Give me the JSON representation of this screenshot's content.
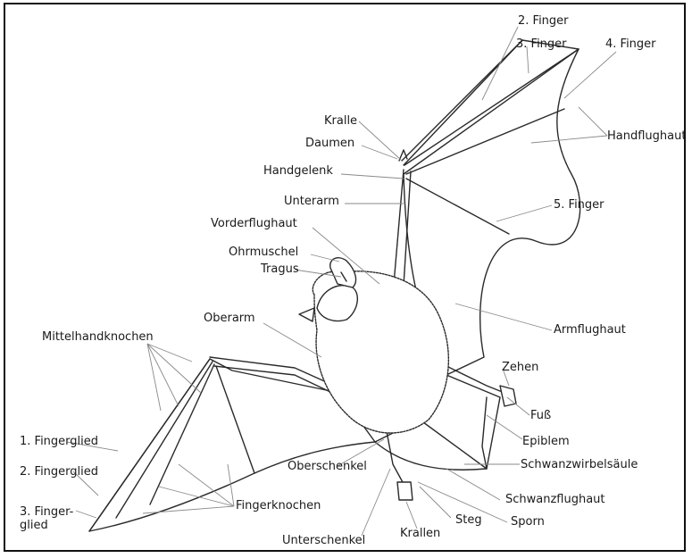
{
  "labels": {
    "finger2": "2. Finger",
    "finger3": "3. Finger",
    "finger4": "4. Finger",
    "kralle": "Kralle",
    "daumen": "Daumen",
    "handgelenk": "Handgelenk",
    "handflughaut": "Handflughaut",
    "unterarm": "Unterarm",
    "finger5": "5. Finger",
    "vorderflughaut": "Vorderflughaut",
    "ohrmuschel": "Ohrmuschel",
    "tragus": "Tragus",
    "oberarm": "Oberarm",
    "armflughaut": "Armflughaut",
    "mittelhandknochen": "Mittelhandknochen",
    "zehen": "Zehen",
    "fuss": "Fuß",
    "epiblem": "Epiblem",
    "fingerglied1": "1. Fingerglied",
    "fingerglied2": "2. Fingerglied",
    "fingerglied3": "3. Finger-\nglied",
    "oberschenkel": "Oberschenkel",
    "schwanzwirbelsaeule": "Schwanzwirbelsäule",
    "schwanzflughaut": "Schwanzflughaut",
    "fingerknochen": "Fingerknochen",
    "steg": "Steg",
    "sporn": "Sporn",
    "krallen": "Krallen",
    "unterschenkel": "Unterschenkel"
  },
  "colors": {
    "line": "#2a2a2a",
    "leader": "#8a8a8a",
    "membrane": "#ffffff",
    "text": "#1a1a1a"
  }
}
